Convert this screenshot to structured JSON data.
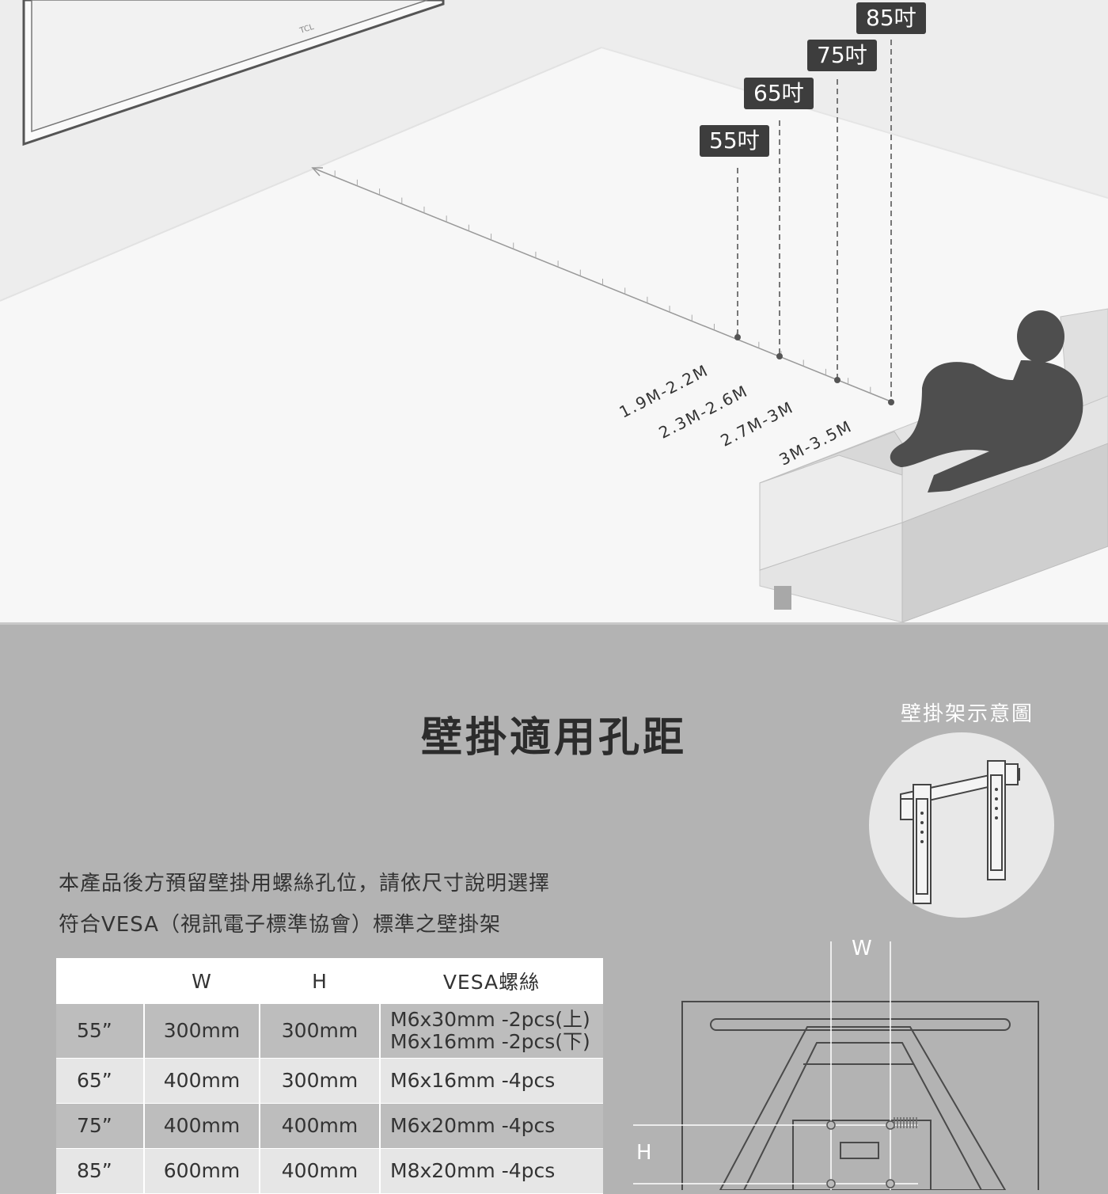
{
  "hero": {
    "brand_logo": "TCL",
    "size_tags": [
      "85吋",
      "75吋",
      "65吋",
      "55吋"
    ],
    "distances": [
      "1.9M-2.2M",
      "2.3M-2.6M",
      "2.7M-3M",
      "3M-3.5M"
    ]
  },
  "mounting": {
    "title": "壁掛適用孔距",
    "diagram_label": "壁掛架示意圖",
    "description_line1": "本產品後方預留壁掛用螺絲孔位，請依尺寸說明選擇",
    "description_line2": "符合VESA（視訊電子標準協會）標準之壁掛架",
    "table": {
      "headers": [
        "",
        "W",
        "H",
        "VESA螺絲"
      ],
      "rows": [
        {
          "size": "55”",
          "w": "300mm",
          "h": "300mm",
          "vesa": [
            "M6x30mm -2pcs(上)",
            "M6x16mm -2pcs(下)"
          ]
        },
        {
          "size": "65”",
          "w": "400mm",
          "h": "300mm",
          "vesa": [
            "M6x16mm -4pcs"
          ]
        },
        {
          "size": "75”",
          "w": "400mm",
          "h": "400mm",
          "vesa": [
            "M6x20mm -4pcs"
          ]
        },
        {
          "size": "85”",
          "w": "600mm",
          "h": "400mm",
          "vesa": [
            "M8x20mm -4pcs"
          ]
        }
      ]
    },
    "dimension_w": "W",
    "dimension_h": "H"
  }
}
